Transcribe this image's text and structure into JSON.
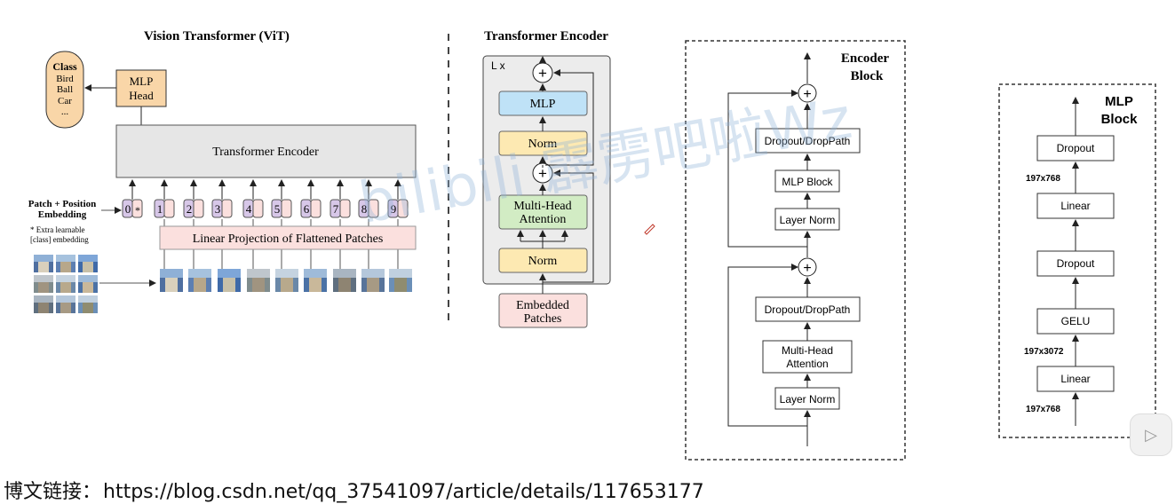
{
  "vit": {
    "title": "Vision Transformer (ViT)",
    "mlp_head": [
      "MLP",
      "Head"
    ],
    "class_box": [
      "Class",
      "Bird",
      "Ball",
      "Car",
      "..."
    ],
    "transformer_encoder": "Transformer Encoder",
    "patch_pos_label": [
      "Patch + Position",
      "Embedding"
    ],
    "extra_note": [
      "* Extra learnable",
      "[class] embedding"
    ],
    "linear_projection": "Linear Projection of Flattened Patches",
    "tokens": [
      "0",
      "1",
      "2",
      "3",
      "4",
      "5",
      "6",
      "7",
      "8",
      "9"
    ],
    "class_token_mark": "*"
  },
  "encoder": {
    "title": "Transformer Encoder",
    "repeat": "L x",
    "mlp": "MLP",
    "norm_top": "Norm",
    "mha": [
      "Multi-Head",
      "Attention"
    ],
    "norm_bottom": "Norm",
    "embedded": [
      "Embedded",
      "Patches"
    ]
  },
  "encoder_block": {
    "title": [
      "Encoder",
      "Block"
    ],
    "dropout_top": "Dropout/DropPath",
    "mlp_block": "MLP Block",
    "layer_norm_top": "Layer Norm",
    "dropout_bottom": "Dropout/DropPath",
    "mha": [
      "Multi-Head",
      "Attention"
    ],
    "layer_norm_bottom": "Layer Norm"
  },
  "mlp_block": {
    "title": [
      "MLP",
      "Block"
    ],
    "dropout_top": "Dropout",
    "dim_top": "197x768",
    "linear_top": "Linear",
    "dropout_mid": "Dropout",
    "gelu": "GELU",
    "dim_mid": "197x3072",
    "linear_bottom": "Linear",
    "dim_bottom": "197x768"
  },
  "footer": {
    "prefix": "博文链接：",
    "url": "https://blog.csdn.net/qq_37541097/article/details/117653177"
  },
  "colors": {
    "class_fill": "#f9d6a8",
    "mlp_head_fill": "#f9d6a8",
    "encoder_fill": "#e6e6e6",
    "linear_fill": "#fbe0de",
    "token_purple": "#d7c7e8",
    "token_pink": "#fbe0de",
    "mlp_fill": "#bfe2f7",
    "norm_fill": "#fde9b2",
    "mha_fill": "#d2ecc4",
    "embedded_fill": "#fbe0de",
    "outer_encoder_fill": "#ececec"
  }
}
